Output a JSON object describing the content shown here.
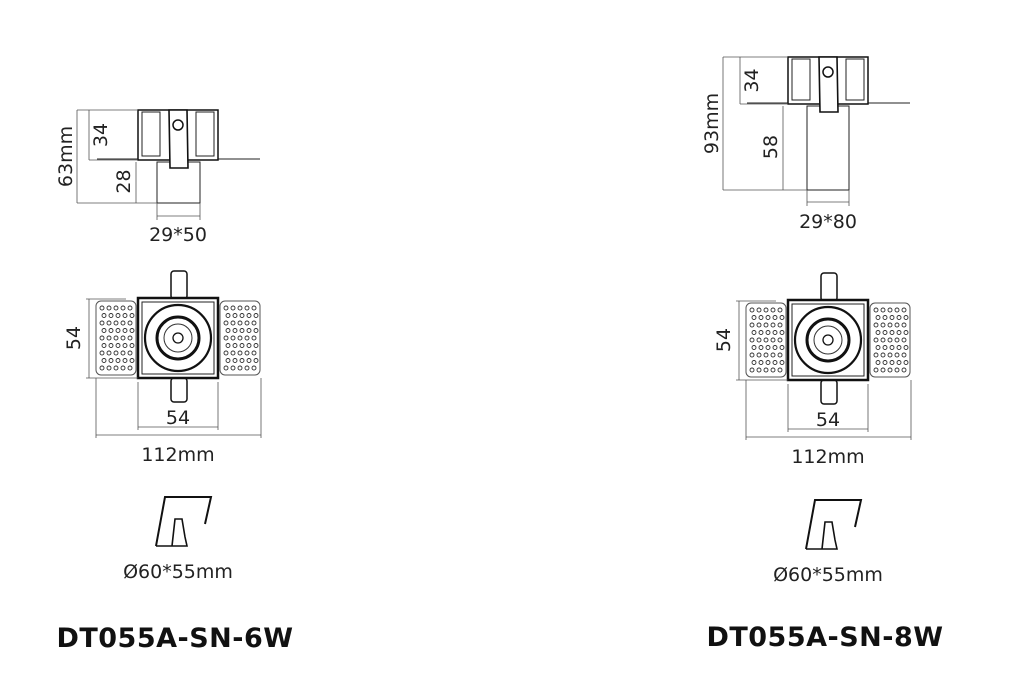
{
  "products": [
    {
      "model": "DT055A-SN-6W",
      "side_view": {
        "total_height": "63mm",
        "upper_height": "34",
        "lower_height": "28",
        "tube_size": "29*50"
      },
      "front_view": {
        "height": "54",
        "square_width": "54",
        "total_width": "112mm"
      },
      "cutout": {
        "label": "Ø60*55mm"
      }
    },
    {
      "model": "DT055A-SN-8W",
      "side_view": {
        "total_height": "93mm",
        "upper_height": "34",
        "lower_height": "58",
        "tube_size": "29*80"
      },
      "front_view": {
        "height": "54",
        "square_width": "54",
        "total_width": "112mm"
      },
      "cutout": {
        "label": "Ø60*55mm"
      }
    }
  ]
}
